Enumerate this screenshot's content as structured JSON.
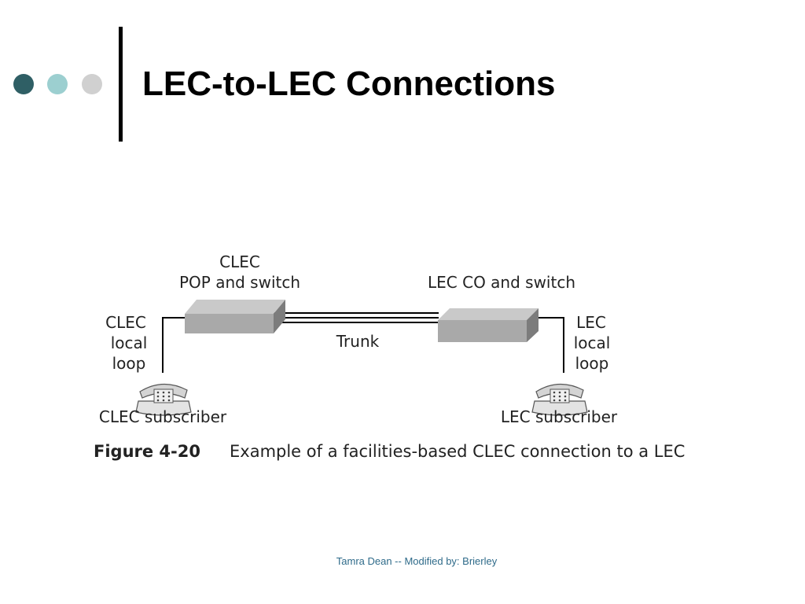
{
  "slide": {
    "title": "LEC-to-LEC Connections",
    "footer": "Tamra Dean -- Modified by: Brierley"
  },
  "bullets_decoration": {
    "colors": [
      "#2f5f65",
      "#9ccfd0",
      "#d0d0d0"
    ]
  },
  "diagram": {
    "clec_switch_label_line1": "CLEC",
    "clec_switch_label_line2": "POP and switch",
    "lec_switch_label": "LEC CO and switch",
    "trunk_label": "Trunk",
    "clec_loop_line1": "CLEC",
    "clec_loop_line2": "local",
    "clec_loop_line3": "loop",
    "lec_loop_line1": "LEC",
    "lec_loop_line2": "local",
    "lec_loop_line3": "loop",
    "clec_subscriber": "CLEC subscriber",
    "lec_subscriber": "LEC subscriber",
    "figure_number": "Figure 4-20",
    "figure_caption": "Example of a facilities-based CLEC connection to a LEC"
  },
  "colors": {
    "footer_text": "#2f6b8a",
    "box_front": "#a9a9a9",
    "box_top": "#c9c9c9",
    "box_side": "#7c7c7c"
  }
}
